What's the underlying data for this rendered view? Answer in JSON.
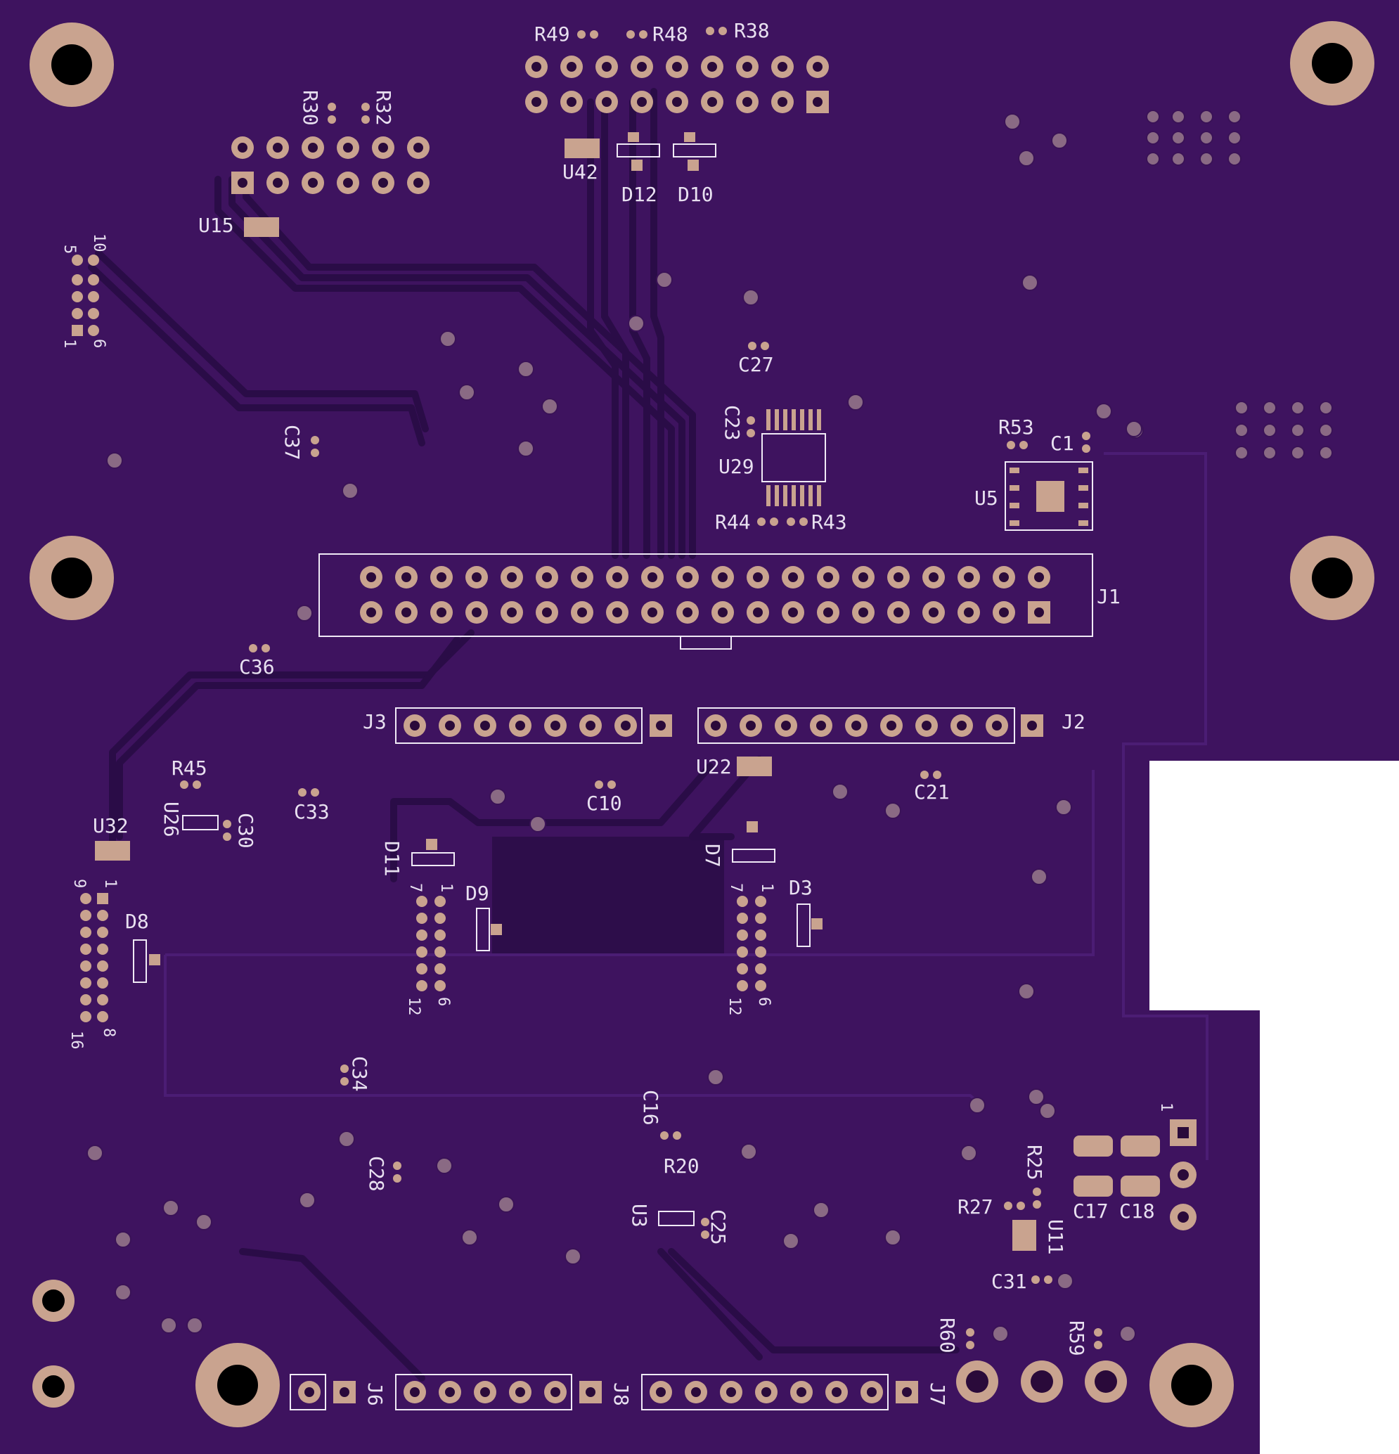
{
  "colors": {
    "board": "#3e135f",
    "copper_pour": "#2d0d4a",
    "pad": "#c9a38f",
    "silkscreen": "#e8e0f0",
    "background": "#ffffff"
  },
  "labels": {
    "R49": "R49",
    "R48": "R48",
    "R38": "R38",
    "R30": "R30",
    "R32": "R32",
    "U42": "U42",
    "D12": "D12",
    "D10": "D10",
    "U15": "U15",
    "C27": "C27",
    "C23": "C23",
    "U29": "U29",
    "R44": "R44",
    "R43": "R43",
    "R53": "R53",
    "C1": "C1",
    "U5": "U5",
    "C37": "C37",
    "J1": "J1",
    "C36": "C36",
    "J3": "J3",
    "J2": "J2",
    "U22": "U22",
    "C10": "C10",
    "C21": "C21",
    "R45": "R45",
    "U26": "U26",
    "C30": "C30",
    "C33": "C33",
    "U32": "U32",
    "D11": "D11",
    "D9": "D9",
    "D7": "D7",
    "D3": "D3",
    "D8": "D8",
    "C34": "C34",
    "C16": "C16",
    "R20": "R20",
    "U3": "U3",
    "C25": "C25",
    "C28": "C28",
    "R25": "R25",
    "R27": "R27",
    "U11": "U11",
    "C17": "C17",
    "C18": "C18",
    "C31": "C31",
    "R60": "R60",
    "R59": "R59",
    "J6": "J6",
    "J8": "J8",
    "J7": "J7"
  },
  "pin_labels": {
    "hdr_left_5": "5",
    "hdr_left_10": "10",
    "hdr_left_1": "1",
    "hdr_left_6": "6",
    "u32_9": "9",
    "u32_1": "1",
    "u32_16": "16",
    "u32_8": "8",
    "d11_7": "7",
    "d11_1": "1",
    "d11_12": "12",
    "d11_6": "6",
    "d7_7": "7",
    "d7_1": "1",
    "d7_12": "12",
    "d7_6": "6",
    "pwr_1": "1"
  }
}
